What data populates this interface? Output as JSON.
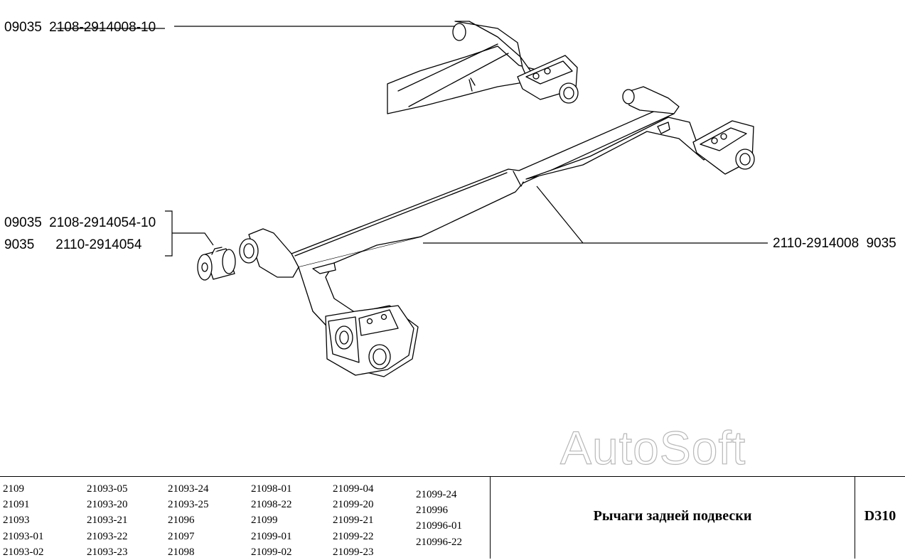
{
  "callouts": {
    "top": {
      "code": "09035",
      "part": "2108-2914008-10"
    },
    "bushing_1": {
      "code": "09035",
      "part": "2108-2914054-10"
    },
    "bushing_2": {
      "code": "9035",
      "part": "2110-2914054"
    },
    "beam": {
      "part": "2110-2914008",
      "code": "9035"
    }
  },
  "watermark": "AutoSoft",
  "models": [
    [
      "2109",
      "21091",
      "21093",
      "21093-01",
      "21093-02"
    ],
    [
      "21093-05",
      "21093-20",
      "21093-21",
      "21093-22",
      "21093-23"
    ],
    [
      "21093-24",
      "21093-25",
      "21096",
      "21097",
      "21098"
    ],
    [
      "21098-01",
      "21098-22",
      "21099",
      "21099-01",
      "21099-02"
    ],
    [
      "21099-04",
      "21099-20",
      "21099-21",
      "21099-22",
      "21099-23"
    ],
    [
      "21099-24",
      "210996",
      "210996-01",
      "210996-22"
    ]
  ],
  "title": "Рычаги задней подвески",
  "page_code": "D310"
}
